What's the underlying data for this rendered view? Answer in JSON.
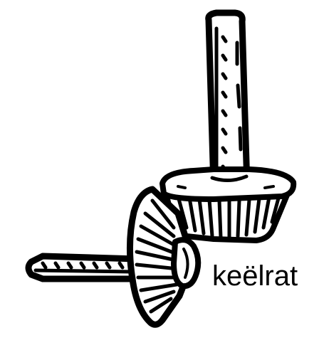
{
  "caption": "keëlrat",
  "image": {
    "subject": "bevel-gear-illustration",
    "style": "black-ink-line-drawing"
  },
  "colors": {
    "ink": "#000000",
    "paper": "#ffffff"
  }
}
